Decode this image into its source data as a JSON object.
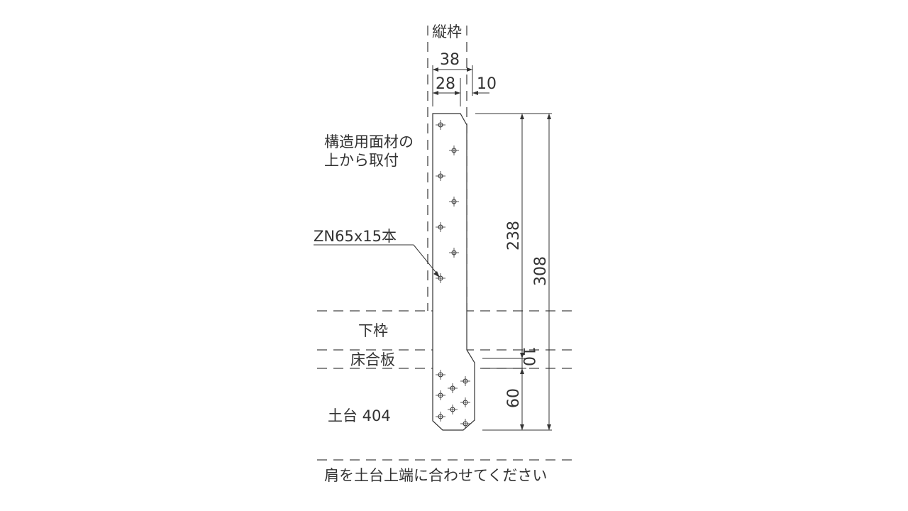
{
  "labels": {
    "vertical_frame": "縦枠",
    "structural_panel": "構造用面材の",
    "structural_panel_2": "上から取付",
    "nail_spec": "ZN65x15本",
    "bottom_frame": "下枠",
    "floor_board": "床合板",
    "sill": "土台 404",
    "note": "肩を土台上端に合わせてください"
  },
  "dimensions": {
    "width_total": "38",
    "width_inner": "28",
    "offset": "10",
    "height_upper": "238",
    "height_total": "308",
    "step": "10",
    "height_lower": "60"
  },
  "colors": {
    "line": "#333333",
    "background": "#ffffff"
  }
}
